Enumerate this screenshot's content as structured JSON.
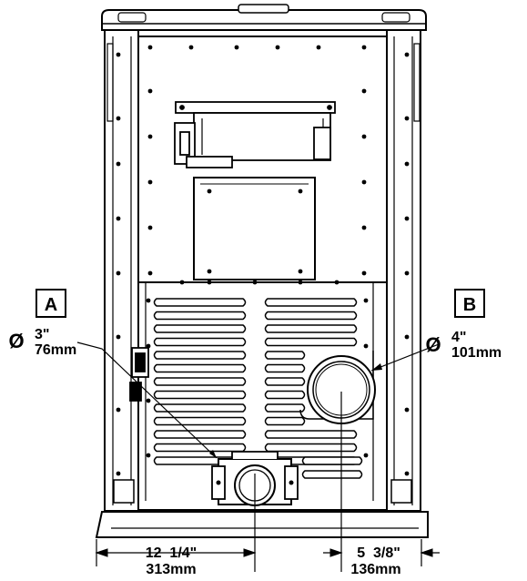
{
  "callouts": {
    "a": {
      "letter": "A",
      "diameter_symbol": "Ø",
      "size_in": "3\"",
      "size_mm": "76mm"
    },
    "b": {
      "letter": "B",
      "diameter_symbol": "Ø",
      "size_in": "4\"",
      "size_mm": "101mm"
    }
  },
  "dimensions": {
    "left": {
      "inch": "12  1/4\"",
      "mm": "313mm"
    },
    "right": {
      "inch": "5  3/8\"",
      "mm": "136mm"
    }
  },
  "colors": {
    "line": "#000000",
    "background": "#ffffff"
  }
}
